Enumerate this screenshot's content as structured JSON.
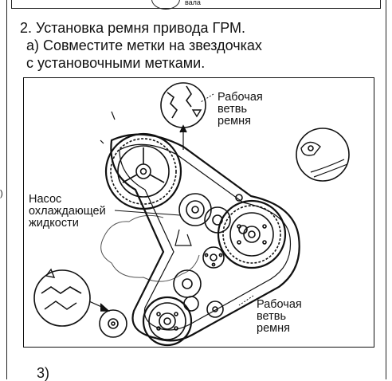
{
  "header": {
    "caption_fragment": "вала"
  },
  "step": {
    "heading": "2. Установка ремня привода ГРМ.",
    "substep_line1": "а) Совместите метки на звездочках",
    "substep_line2": "с установочными метками."
  },
  "figure": {
    "label_top_right": [
      "Рабочая",
      "ветвь",
      "ремня"
    ],
    "label_pump": [
      "Насос",
      "охлаждающей",
      "жидкости"
    ],
    "label_bottom_right": [
      "Рабочая",
      "ветвь",
      "ремня"
    ]
  },
  "next_step": {
    "prefix": "3)"
  },
  "margin_mark": ")"
}
